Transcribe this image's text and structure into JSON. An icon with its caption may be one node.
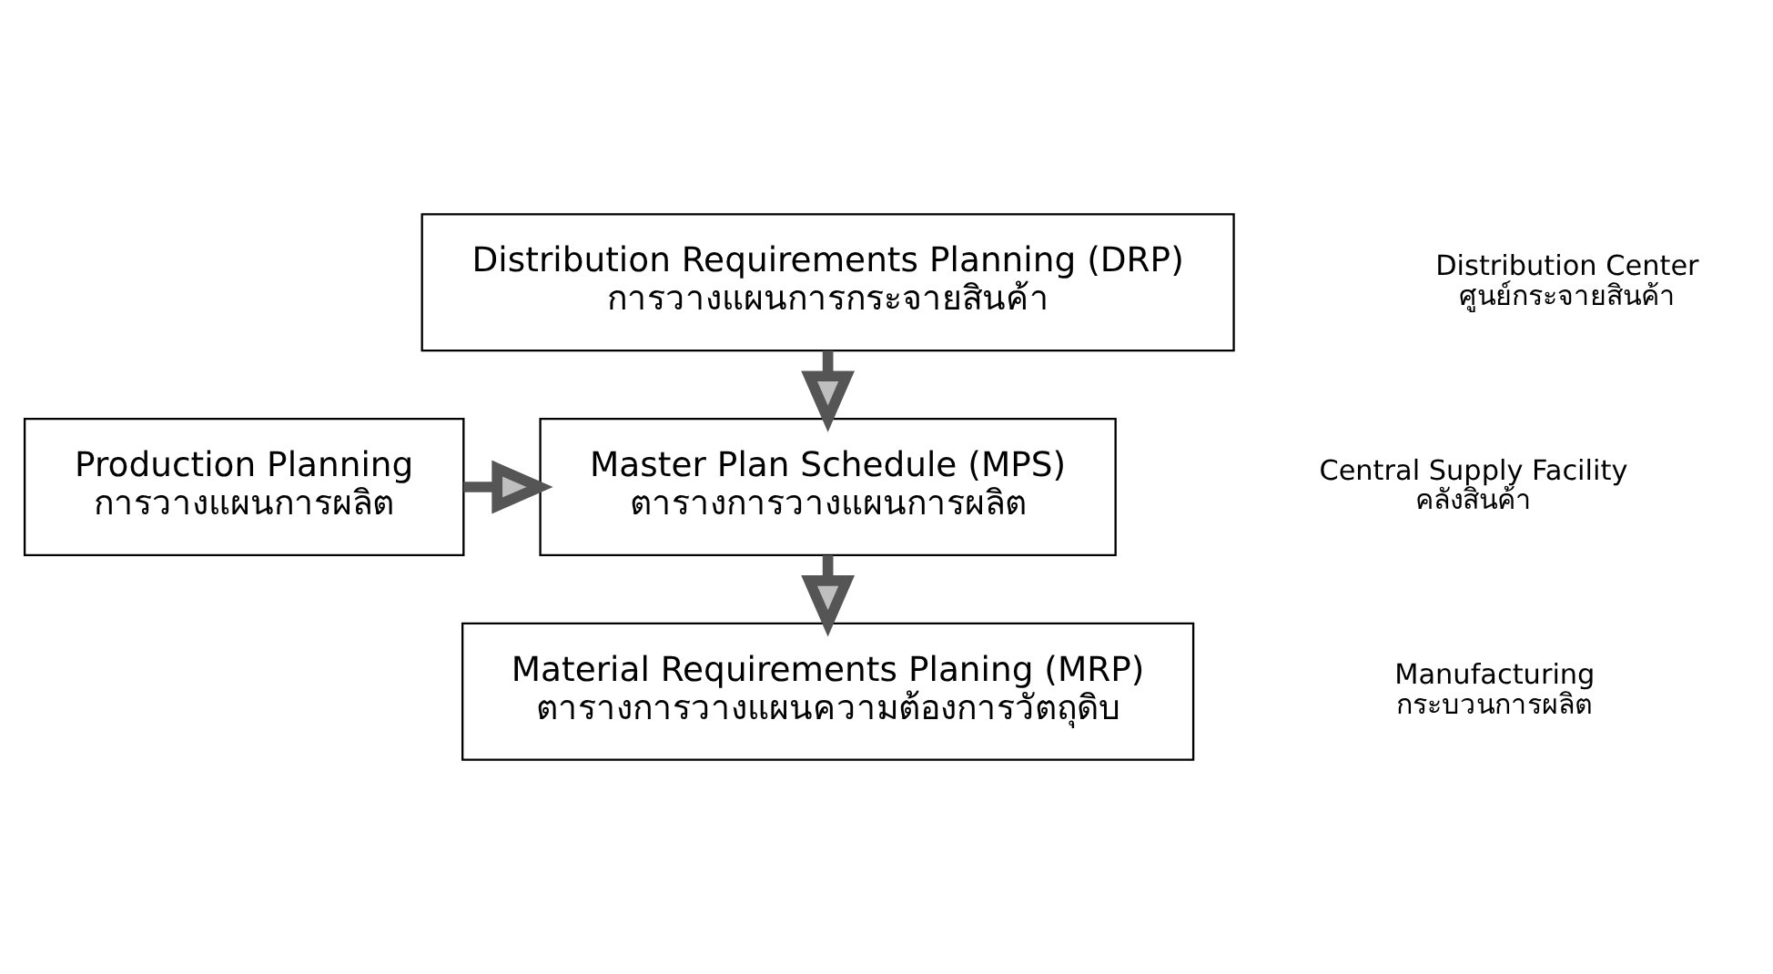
{
  "diagram": {
    "nodes": [
      {
        "text": [
          "Distribution Requirements Planning (DRP)",
          "การวางแผนการกระจายสินค้า"
        ]
      },
      {
        "text": [
          "Production Planning",
          "การวางแผนการผลิต"
        ]
      },
      {
        "text": [
          "Master Plan Schedule (MPS)",
          "ตารางการวางแผนการผลิต"
        ]
      },
      {
        "text": [
          "Material Requirements Planing (MRP)",
          "ตารางการวางแผนความต้องการวัตถุดิบ"
        ]
      }
    ],
    "edges": [
      {
        "from": 0,
        "to": 2,
        "arrow": "to"
      },
      {
        "from": 1,
        "to": 2,
        "arrow": "to"
      },
      {
        "from": 2,
        "to": 3,
        "arrow": "to"
      }
    ],
    "labels": [
      "Distribution Center",
      "ศูนย์กระจายสินค้า",
      "Central Supply Facility",
      "คลังสินค้า",
      "Manufacturing",
      "กระบวนการผลิต"
    ]
  }
}
